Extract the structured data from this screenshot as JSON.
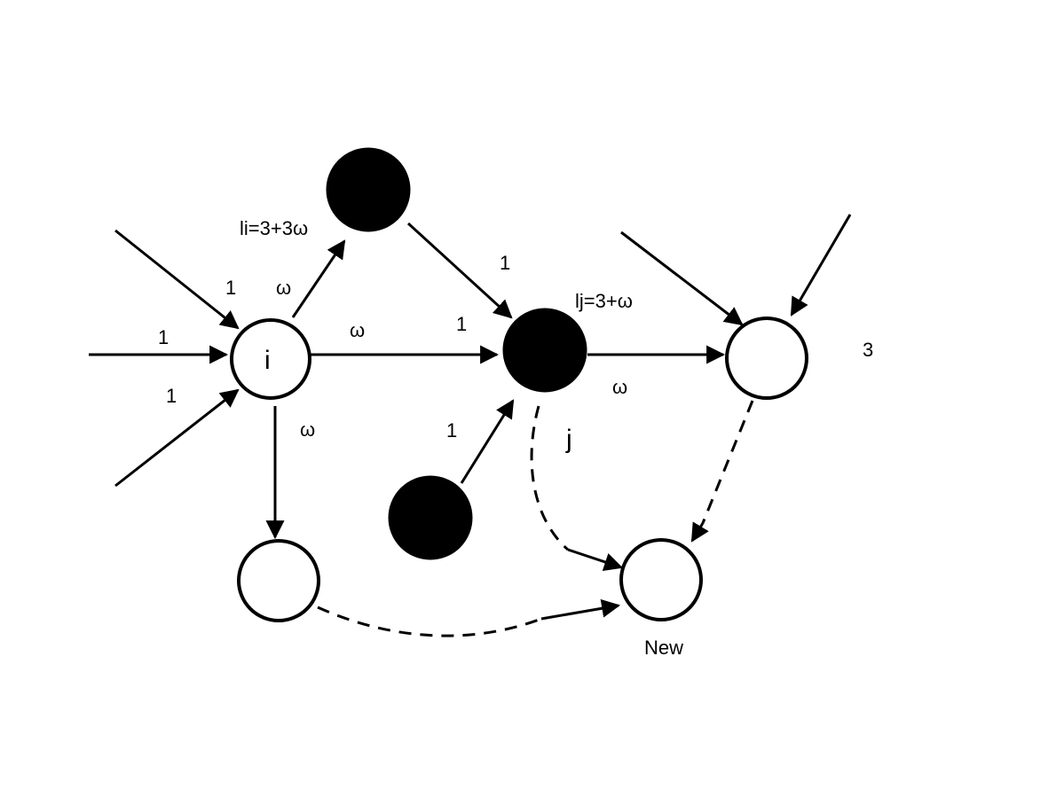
{
  "nodes": {
    "i": {
      "label": "i",
      "filled": false
    },
    "black_top": {
      "filled": true
    },
    "j": {
      "filled": true
    },
    "right": {
      "filled": false
    },
    "bottom_left": {
      "filled": false
    },
    "black_bottom": {
      "filled": true
    },
    "new": {
      "filled": false
    }
  },
  "labels": {
    "li": "li=3+3ω",
    "lj": "lj=3+ω",
    "j_name": "j",
    "new_name": "New",
    "right_value": "3",
    "in_top": "1",
    "in_mid": "1",
    "in_bot": "1",
    "i_to_top": "ω",
    "i_to_j": "ω",
    "i_to_j_right": "1",
    "top_to_j": "1",
    "j_to_right": "ω",
    "i_to_bottom": "ω",
    "bottom_to_j": "1"
  },
  "colors": {
    "ink": "#000000",
    "paper": "#ffffff"
  }
}
